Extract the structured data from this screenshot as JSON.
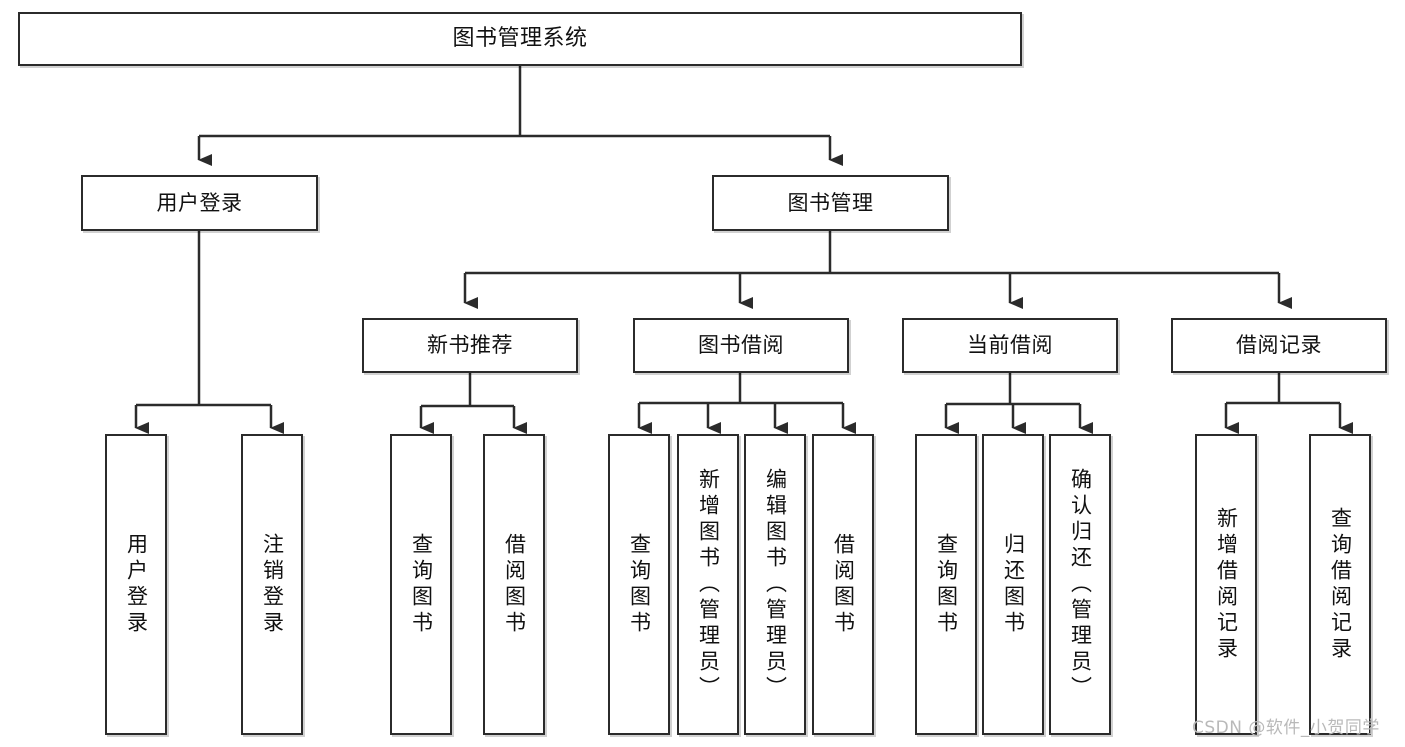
{
  "diagram": {
    "title": "图书管理系统",
    "orientation": "top-down-tree",
    "background_color": "#ffffff",
    "node_border_color": "#2b2b2b",
    "node_fill_color": "#ffffff",
    "text_color": "#111111",
    "connector_color": "#2b2b2b"
  },
  "nodes": {
    "root": {
      "label": "图书管理系统"
    },
    "level2": [
      {
        "label": "用户登录"
      },
      {
        "label": "图书管理"
      }
    ],
    "level3": [
      {
        "label": "新书推荐"
      },
      {
        "label": "图书借阅"
      },
      {
        "label": "当前借阅"
      },
      {
        "label": "借阅记录"
      }
    ],
    "leaves": {
      "user_login": [
        {
          "label": "用户登录"
        },
        {
          "label": "注销登录"
        }
      ],
      "new_book_recommend": [
        {
          "label": "查询图书"
        },
        {
          "label": "借阅图书"
        }
      ],
      "book_borrow": [
        {
          "label": "查询图书"
        },
        {
          "label": "新增图书（管理员）"
        },
        {
          "label": "编辑图书（管理员）"
        },
        {
          "label": "借阅图书"
        }
      ],
      "current_borrow": [
        {
          "label": "查询图书"
        },
        {
          "label": "归还图书"
        },
        {
          "label": "确认归还（管理员）"
        }
      ],
      "borrow_record": [
        {
          "label": "新增借阅记录"
        },
        {
          "label": "查询借阅记录"
        }
      ]
    }
  },
  "watermark": {
    "text": "CSDN @软件_小贺同学",
    "color": "#b9b9b9"
  }
}
